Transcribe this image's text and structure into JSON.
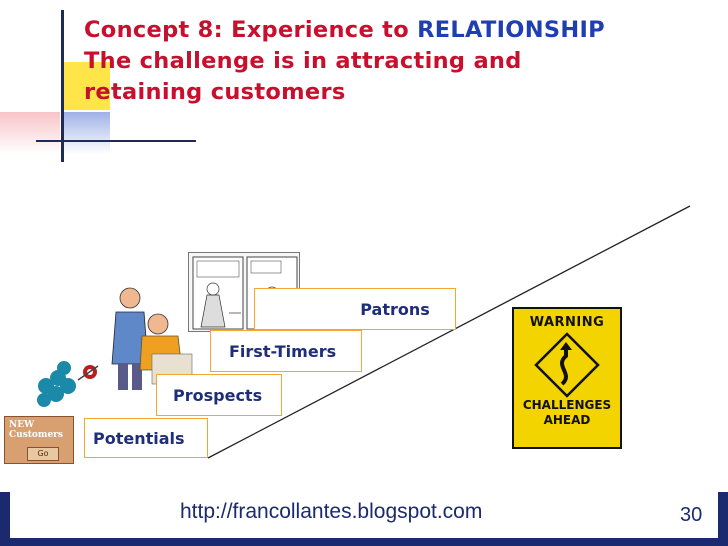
{
  "title": {
    "line1_prefix": "Concept 8: Experience to ",
    "line1_accent": "RELATIONSHIP",
    "line2": "The challenge is in attracting and",
    "line3": "retaining customers"
  },
  "steps": [
    "Potentials",
    "Prospects",
    "First-Timers",
    "Patrons"
  ],
  "new_customers_tile": {
    "text_top": "NEW",
    "text_mid": "Customers",
    "button": "Go"
  },
  "warning_sign": {
    "top": "WARNING",
    "bottom_line1": "CHALLENGES",
    "bottom_line2": "AHEAD"
  },
  "footer": {
    "url": "http://francollantes.blogspot.com",
    "page_number": "30"
  },
  "colors": {
    "title_red": "#c8102e",
    "accent_blue": "#1f3fb0",
    "step_border": "#f4a630",
    "footer_navy": "#1b2a6e",
    "sign_yellow": "#f3d400"
  }
}
